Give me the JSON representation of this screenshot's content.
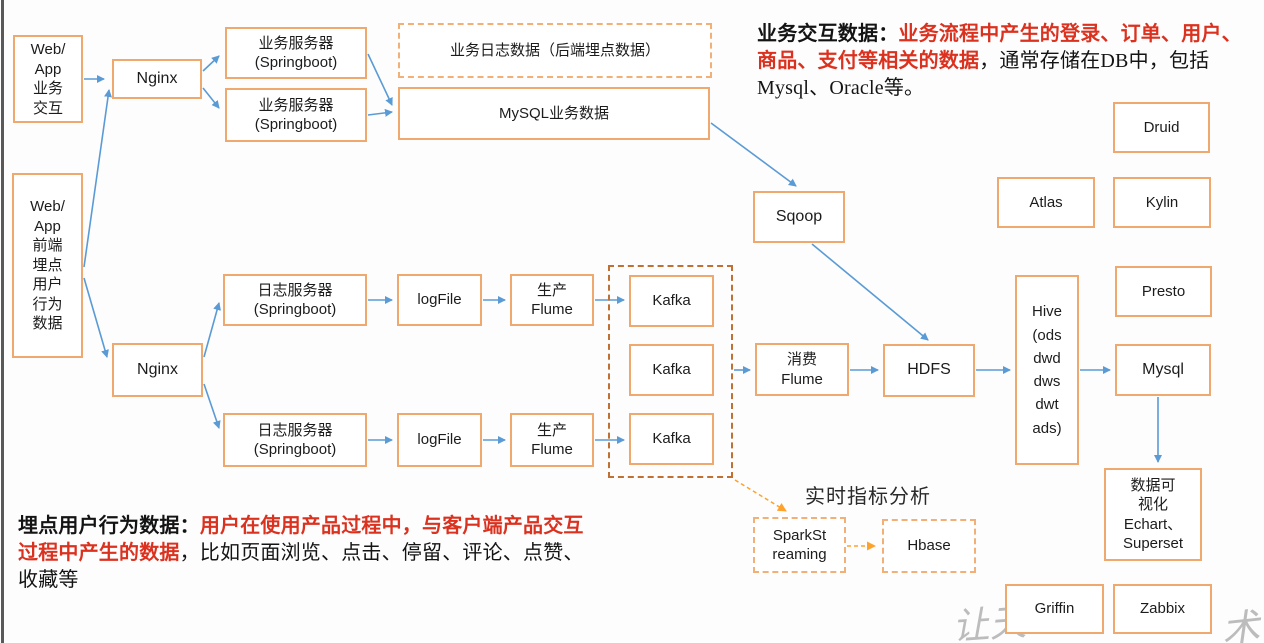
{
  "nodes": {
    "web_app_business": {
      "label": "Web/\nApp\n业务\n交互"
    },
    "web_app_tracking": {
      "label": "Web/\nApp\n前端\n埋点\n用户\n行为\n数据"
    },
    "nginx_top": {
      "label": "Nginx"
    },
    "nginx_bottom": {
      "label": "Nginx"
    },
    "biz_server_1": {
      "label": "业务服务器\n(Springboot)"
    },
    "biz_server_2": {
      "label": "业务服务器\n(Springboot)"
    },
    "biz_log_note": {
      "label": "业务日志数据（后端埋点数据）"
    },
    "mysql_biz": {
      "label": "MySQL业务数据"
    },
    "sqoop": {
      "label": "Sqoop"
    },
    "log_server_1": {
      "label": "日志服务器\n(Springboot)"
    },
    "log_server_2": {
      "label": "日志服务器\n(Springboot)"
    },
    "logfile_1": {
      "label": "logFile"
    },
    "logfile_2": {
      "label": "logFile"
    },
    "flume_producer_1": {
      "label": "生产\nFlume"
    },
    "flume_producer_2": {
      "label": "生产\nFlume"
    },
    "kafka_1": {
      "label": "Kafka"
    },
    "kafka_2": {
      "label": "Kafka"
    },
    "kafka_3": {
      "label": "Kafka"
    },
    "flume_consumer": {
      "label": "消费\nFlume"
    },
    "hdfs": {
      "label": "HDFS"
    },
    "hive": {
      "label": "Hive\n(ods\ndwd\ndws\ndwt\nads)"
    },
    "druid": {
      "label": "Druid"
    },
    "atlas": {
      "label": "Atlas"
    },
    "kylin": {
      "label": "Kylin"
    },
    "presto": {
      "label": "Presto"
    },
    "mysql_out": {
      "label": "Mysql"
    },
    "data_viz": {
      "label": "数据可\n视化\nEchart、\nSuperset"
    },
    "griffin": {
      "label": "Griffin"
    },
    "zabbix": {
      "label": "Zabbix"
    },
    "spark_streaming": {
      "label": "SparkSt\nreaming"
    },
    "hbase": {
      "label": "Hbase"
    }
  },
  "annotations": {
    "business_data": {
      "lines": [
        [
          {
            "t": "业务交互数据：",
            "c": "black",
            "b": true
          },
          {
            "t": "业务流程中产生的登录、订单、用户、",
            "c": "red",
            "b": true
          }
        ],
        [
          {
            "t": "商品、支付等相关的数据",
            "c": "red",
            "b": true
          },
          {
            "t": "，通常存储在DB中，包括",
            "c": "black",
            "b": false
          }
        ],
        [
          {
            "t": "Mysql、Oracle等。",
            "c": "black",
            "b": false
          }
        ]
      ]
    },
    "tracking_data": {
      "lines": [
        [
          {
            "t": "埋点用户行为数据：",
            "c": "black",
            "b": true
          },
          {
            "t": "用户在使用产品过程中，与客户端产品交互",
            "c": "red",
            "b": true
          }
        ],
        [
          {
            "t": "过程中产生的数据",
            "c": "red",
            "b": true
          },
          {
            "t": "，比如页面浏览、点击、停留、评论、点赞、",
            "c": "black",
            "b": false
          }
        ],
        [
          {
            "t": "收藏等",
            "c": "black",
            "b": false
          }
        ]
      ]
    },
    "realtime_label": "实时指标分析"
  },
  "watermark": {
    "fragment_left": "让天",
    "fragment_right": "术"
  },
  "colors": {
    "box_border": "#efa96f",
    "kafka_container_border": "#bf7032",
    "arrow_blue": "#5b9bd5",
    "arrow_orange": "#ffa22b",
    "highlight_red": "#db3220"
  }
}
